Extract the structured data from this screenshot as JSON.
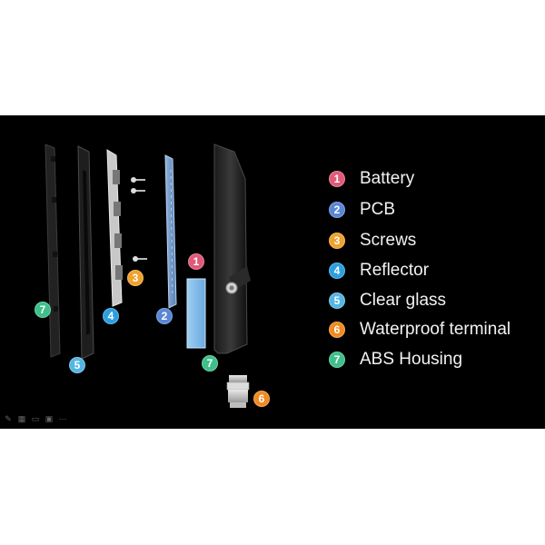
{
  "legend": [
    {
      "number": "1",
      "label": "Battery",
      "color": "#e05a78"
    },
    {
      "number": "2",
      "label": "PCB",
      "color": "#5a86d6"
    },
    {
      "number": "3",
      "label": "Screws",
      "color": "#f0a22e"
    },
    {
      "number": "4",
      "label": "Reflector",
      "color": "#2c9fe0"
    },
    {
      "number": "5",
      "label": "Clear glass",
      "color": "#55b6e4"
    },
    {
      "number": "6",
      "label": "Waterproof terminal",
      "color": "#f08a22"
    },
    {
      "number": "7",
      "label": "ABS Housing",
      "color": "#3fbf8a"
    }
  ],
  "callouts": {
    "battery": "1",
    "pcb": "2",
    "screws": "3",
    "reflector": "4",
    "glass": "5",
    "terminal": "6",
    "housing_back": "7",
    "housing_front": "7"
  },
  "toolbar_icons": [
    "pen-icon",
    "grid-icon",
    "screen-icon",
    "slide-icon",
    "more-icon"
  ]
}
